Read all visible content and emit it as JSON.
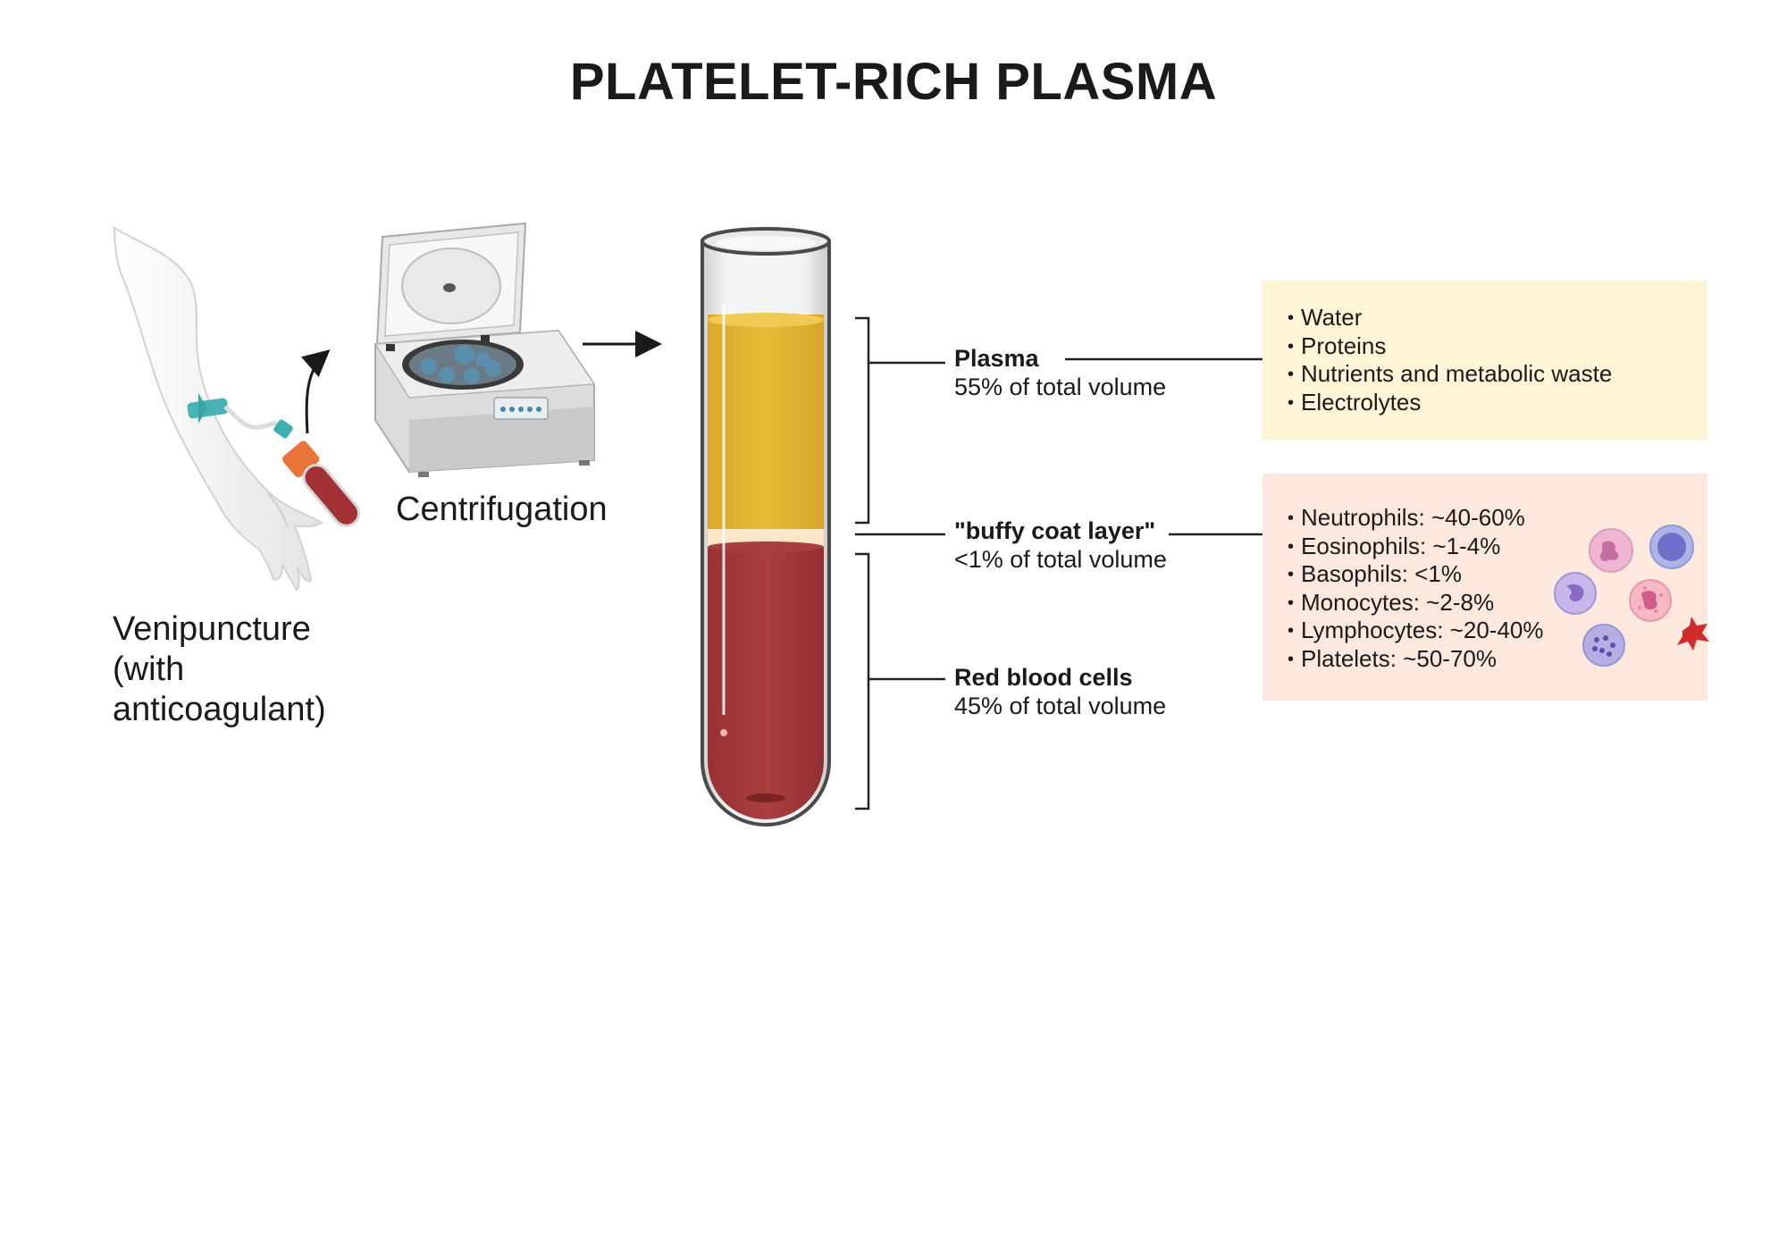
{
  "title": "PLATELET-RICH PLASMA",
  "steps": {
    "venipuncture": [
      "Venipuncture",
      "(with",
      "anticoagulant)"
    ],
    "centrifugation": "Centrifugation"
  },
  "layers": {
    "plasma": {
      "name": "Plasma",
      "volume": "55% of total volume"
    },
    "buffy": {
      "name": "\"buffy coat layer\"",
      "volume": "<1% of total volume"
    },
    "rbc": {
      "name": "Red blood cells",
      "volume": "45% of total volume"
    }
  },
  "plasma_box": {
    "items": [
      "Water",
      "Proteins",
      "Nutrients and metabolic waste",
      "Electrolytes"
    ]
  },
  "buffy_box": {
    "items": [
      "Neutrophils: ~40-60%",
      "Eosinophils: ~1-4%",
      "Basophils: <1%",
      "Monocytes: ~2-8%",
      "Lymphocytes: ~20-40%",
      "Platelets: ~50-70%"
    ]
  },
  "colors": {
    "plasma": "#e3b733",
    "buffy": "#fbe6c8",
    "rbc": "#a63a3c",
    "plasma_box_bg": "#fdf5d6",
    "buffy_box_bg": "#fde8de",
    "bracket": "#222222"
  },
  "icons": [
    "arm-venipuncture-icon",
    "centrifuge-icon",
    "test-tube-icon",
    "neutrophil-icon",
    "eosinophil-icon",
    "basophil-icon",
    "monocyte-icon",
    "lymphocyte-icon",
    "platelet-icon",
    "arrow-icon"
  ]
}
